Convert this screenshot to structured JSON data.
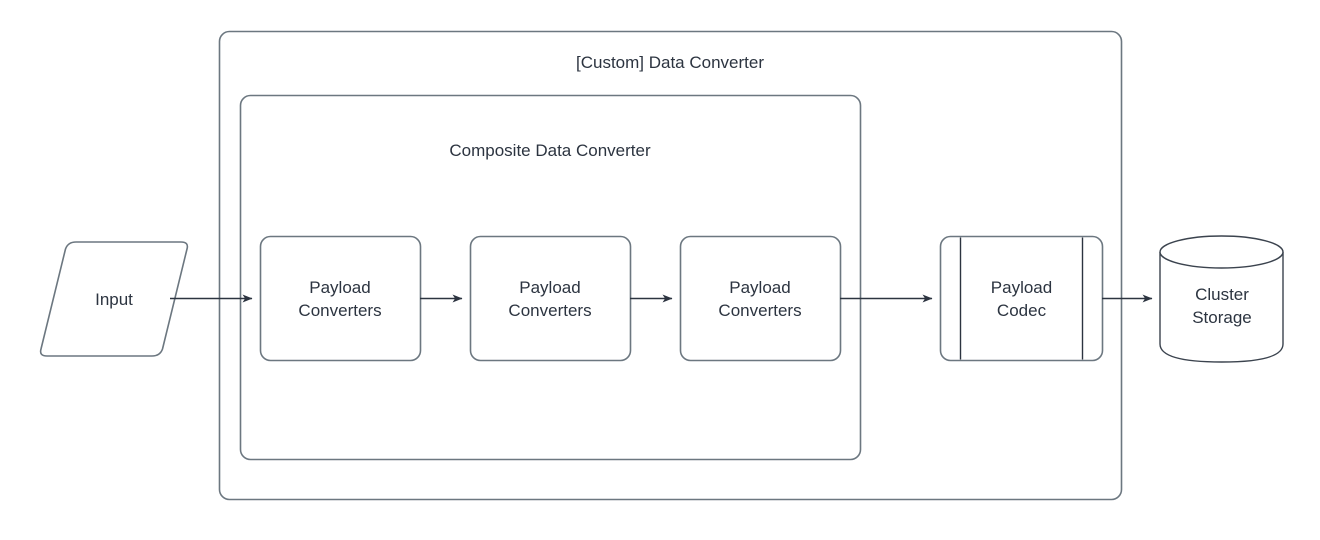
{
  "diagram": {
    "type": "flowchart",
    "title": "[Custom] Data Converter",
    "background_color": "#ffffff",
    "stroke_color": "#6c7780",
    "text_color": "#2c3440",
    "containers": [
      {
        "id": "custom-data-converter",
        "label": "[Custom] Data Converter",
        "shape": "rounded-rectangle"
      },
      {
        "id": "composite-data-converter",
        "label": "Composite Data Converter",
        "shape": "rounded-rectangle"
      }
    ],
    "nodes": [
      {
        "id": "input",
        "label": "Input",
        "shape": "parallelogram"
      },
      {
        "id": "payload-converters-1",
        "label": "Payload\nConverters",
        "shape": "rounded-rectangle"
      },
      {
        "id": "payload-converters-2",
        "label": "Payload\nConverters",
        "shape": "rounded-rectangle"
      },
      {
        "id": "payload-converters-3",
        "label": "Payload\nConverters",
        "shape": "rounded-rectangle"
      },
      {
        "id": "payload-codec",
        "label": "Payload\nCodec",
        "shape": "subroutine"
      },
      {
        "id": "cluster-storage",
        "label": "Cluster\nStorage",
        "shape": "cylinder"
      }
    ],
    "edges": [
      {
        "id": "edge-input-to-pc1",
        "from": "input",
        "to": "payload-converters-1",
        "arrow": "open-arrow"
      },
      {
        "id": "edge-pc1-to-pc2",
        "from": "payload-converters-1",
        "to": "payload-converters-2",
        "arrow": "open-arrow"
      },
      {
        "id": "edge-pc2-to-pc3",
        "from": "payload-converters-2",
        "to": "payload-converters-3",
        "arrow": "open-arrow"
      },
      {
        "id": "edge-pc3-to-codec",
        "from": "payload-converters-3",
        "to": "payload-codec",
        "arrow": "open-arrow"
      },
      {
        "id": "edge-codec-to-storage",
        "from": "payload-codec",
        "to": "cluster-storage",
        "arrow": "open-arrow"
      }
    ]
  }
}
